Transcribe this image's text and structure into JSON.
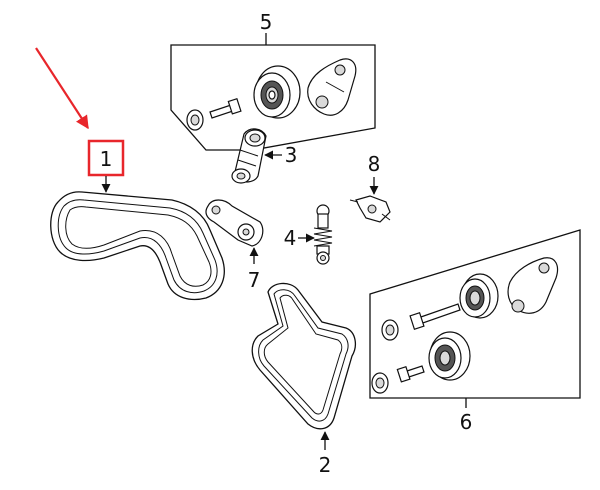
{
  "callouts": [
    {
      "id": "1",
      "label": "1"
    },
    {
      "id": "2",
      "label": "2"
    },
    {
      "id": "3",
      "label": "3"
    },
    {
      "id": "4",
      "label": "4"
    },
    {
      "id": "5",
      "label": "5"
    },
    {
      "id": "6",
      "label": "6"
    },
    {
      "id": "7",
      "label": "7"
    },
    {
      "id": "8",
      "label": "8"
    }
  ],
  "highlight": {
    "callout": "1",
    "arrow_color": "#e8262b",
    "box_color": "#e8262b"
  }
}
